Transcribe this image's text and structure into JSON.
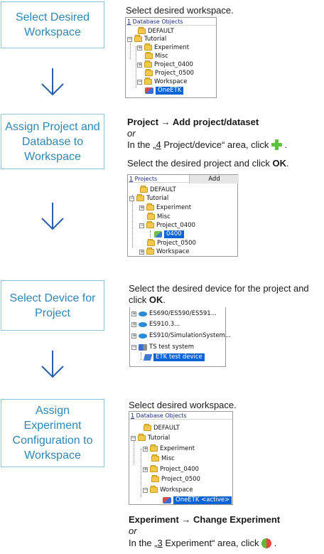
{
  "steps": [
    {
      "label": "Select Desired Workspace"
    },
    {
      "label": "Assign Project and Database to Workspace"
    },
    {
      "label": "Select Device for Project"
    },
    {
      "label": "Assign Experiment Configuration to Workspace"
    }
  ],
  "step1": {
    "text": "Select desired workspace.",
    "tree": {
      "header_num": "1",
      "header_label": " Database Objects",
      "items": [
        "DEFAULT",
        "Tutorial",
        "Experiment",
        "Misc",
        "Project_0400",
        "Project_0500",
        "Workspace",
        "OneETK"
      ]
    }
  },
  "step2": {
    "menu_path": "Project → Add project/dataset",
    "or": "or",
    "alt_prefix": "In the „",
    "alt_num": "4",
    "alt_area": " Project/device“ area, click",
    "alt_suffix": " .",
    "instr_prefix": "Select the desired project and click ",
    "instr_bold": "OK",
    "instr_suffix": ".",
    "tree": {
      "header_num": "1",
      "header_label": " Projects",
      "add_button": "Add",
      "items": [
        "DEFAULT",
        "Tutorial",
        "Experiment",
        "Misc",
        "Project_0400",
        "0400",
        "Project_0500",
        "Workspace"
      ]
    }
  },
  "step3": {
    "text_line1": "Select the desired device for the project and",
    "text_line2_prefix": "click ",
    "text_line2_bold": "OK",
    "text_line2_suffix": ".",
    "tree": {
      "items": [
        "ES690/ES590/ES591...",
        "ES910.3...",
        "ES910/SimulationSystem...",
        "TS test system",
        "ETK test device"
      ]
    }
  },
  "step4": {
    "text": "Select desired workspace.",
    "tree": {
      "header_num": "1",
      "header_label": " Database Objects",
      "items": [
        "DEFAULT",
        "Tutorial",
        "Experiment",
        "Misc",
        "Project_0400",
        "Project_0500",
        "Workspace",
        "OneETK <active>"
      ]
    },
    "menu_path": "Experiment → Change Experiment",
    "or": "or",
    "alt_prefix": "In the „",
    "alt_num": "3",
    "alt_area": " Experiment“ area, click",
    "alt_suffix": " ."
  },
  "icons": {
    "arrow": "down-arrow-icon",
    "add": "green-plus-icon",
    "change": "change-experiment-icon"
  },
  "colors": {
    "step_text": "#2f86b4",
    "step_border": "#8fc4d8",
    "selection": "#0a64d6"
  }
}
